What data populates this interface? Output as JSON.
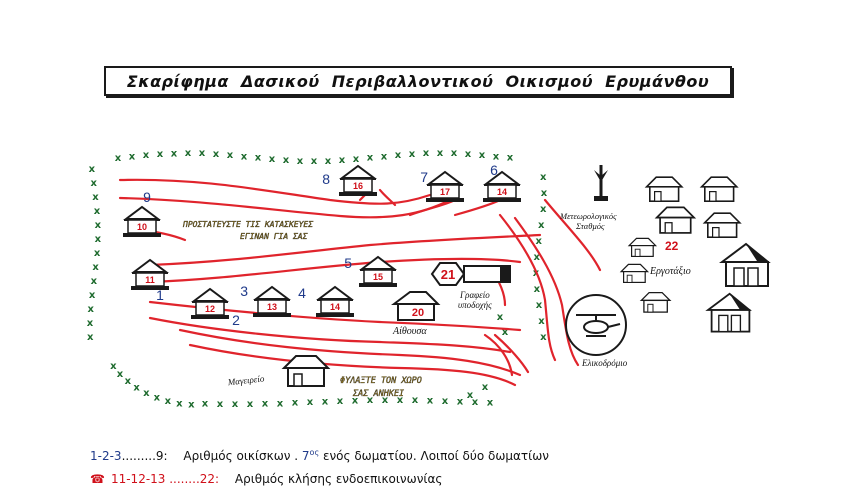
{
  "title": "Σκαρίφημα Δασικού Περιβαλλοντικού Οικισμού Ερυμάνθου",
  "houses": [
    {
      "id": "house-10",
      "number": "10",
      "label": "9",
      "label_color": "blue",
      "kind": "tiny-house"
    },
    {
      "id": "house-11",
      "number": "11",
      "label": "1",
      "label_color": "blue",
      "kind": "tiny-house"
    },
    {
      "id": "house-12",
      "number": "12",
      "label": "2",
      "label_color": "blue",
      "kind": "tiny-house"
    },
    {
      "id": "house-13",
      "number": "13",
      "label": "3",
      "label_color": "blue",
      "kind": "tiny-house"
    },
    {
      "id": "house-14a",
      "number": "14",
      "label": "4",
      "label_color": "blue",
      "kind": "tiny-house"
    },
    {
      "id": "house-15",
      "number": "15",
      "label": "5",
      "label_color": "blue",
      "kind": "tiny-house"
    },
    {
      "id": "house-16",
      "number": "16",
      "label": "8",
      "label_color": "blue",
      "kind": "tiny-house"
    },
    {
      "id": "house-17",
      "number": "17",
      "label": "7",
      "label_color": "blue",
      "kind": "tiny-house"
    },
    {
      "id": "house-14b",
      "number": "14",
      "label": "6",
      "label_color": "blue",
      "kind": "tiny-house"
    }
  ],
  "places": {
    "reception_number": "21",
    "reception_label": "Γραφείο υποδοχής",
    "hall_number": "20",
    "hall_label": "Αίθουσα",
    "kitchen_label": "Μαγειρείο",
    "weather_label": "Μετεωρολογικός Σταθμός",
    "workshop_number": "22",
    "workshop_label": "Εργοτάξιο",
    "heliport_label": "Ελικοδρόμιο"
  },
  "signs": {
    "protect_line1": "ΠΡΟΣΤΑΤΕΥΣΤΕ ΤΙΣ ΚΑΤΑΣΚΕΥΕΣ",
    "protect_line2": "ΕΓΙΝΑΝ ΓΙΑ ΣΑΣ",
    "clean_line1": "ΦΥΛΑΞΤΕ ΤΟΝ ΧΩΡΟ",
    "clean_line2": "ΣΑΣ ΑΝΗΚΕΙ"
  },
  "legend": {
    "line1_numbers": "1-2-3",
    "line1_dots": ".........9:",
    "line1_text_a": "Αριθμός οικίσκων .",
    "line1_text_num": "7",
    "line1_text_sup": "ος",
    "line1_text_b": " ενός δωματίου. Λοιποί δύο δωματίων",
    "line2_phone_icon": "phone-icon",
    "line2_numbers": "11-12-13",
    "line2_dots": " ........22:",
    "line2_text": "Αριθμός κλήσης ενδοεπικοινωνίας"
  },
  "colors": {
    "road": "#e0242c",
    "tree": "#1e6b2e",
    "house_blue": "#1f3a8a",
    "house_red": "#d0101a",
    "sign_text": "#a8871a",
    "ink": "#1a1a1a"
  }
}
